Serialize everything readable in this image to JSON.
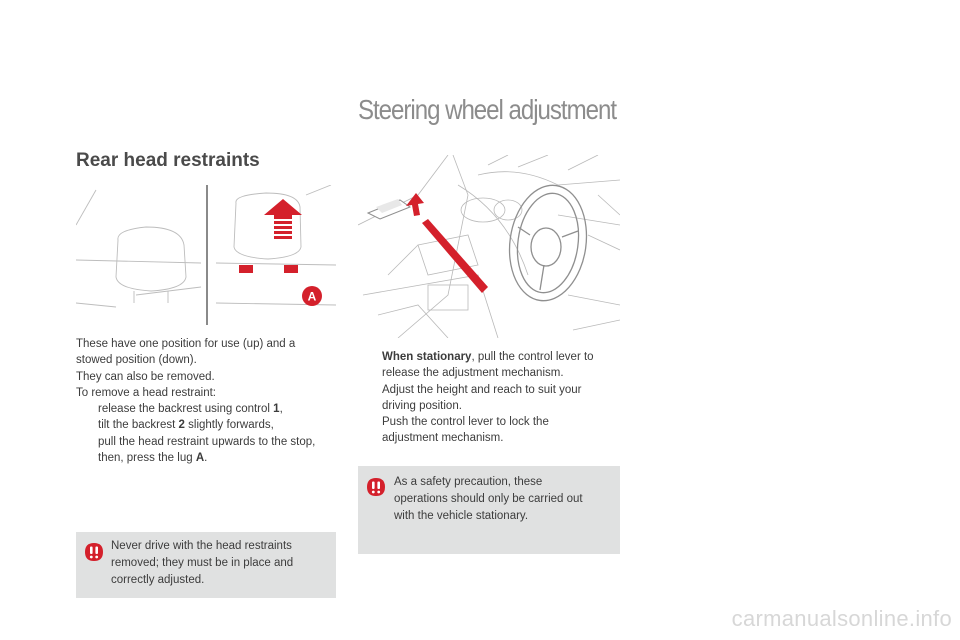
{
  "section_title": "Steering wheel adjustment",
  "rear": {
    "title": "Rear head restraints",
    "intro_lines": [
      "These have one position for use (up) and a",
      "stowed position (down).",
      "They can also be removed.",
      "To remove a head restraint:"
    ],
    "bullet_mark": "",
    "steps": [
      {
        "pre": "release the backrest using control ",
        "bold": "1",
        "post": ","
      },
      {
        "pre": "tilt the backrest ",
        "bold": "2",
        "post": " slightly forwards,"
      },
      {
        "pre": "pull the head restraint upwards to the stop,",
        "bold": "",
        "post": ""
      },
      {
        "pre": "then, press the lug ",
        "bold": "A",
        "post": "."
      }
    ],
    "image_label": "A",
    "warning": [
      "Never drive with the head restraints",
      "removed; they must be in place and",
      "correctly adjusted."
    ]
  },
  "steering": {
    "steps": [
      {
        "bold": "When stationary",
        "text": ", pull the control lever to",
        "cont": "release the adjustment mechanism."
      },
      {
        "bold": "",
        "text": "Adjust the height and reach to suit your",
        "cont": "driving position."
      },
      {
        "bold": "",
        "text": "Push the control lever to lock the",
        "cont": "adjustment mechanism."
      }
    ],
    "warning": [
      "As a safety precaution, these",
      "operations should only be carried out",
      "with the vehicle stationary."
    ]
  },
  "footer": "carmanualsonline.info",
  "colors": {
    "accent_red": "#d4202b",
    "warning_bg": "#e0e1e1",
    "title_gray": "#8c8c8c"
  }
}
